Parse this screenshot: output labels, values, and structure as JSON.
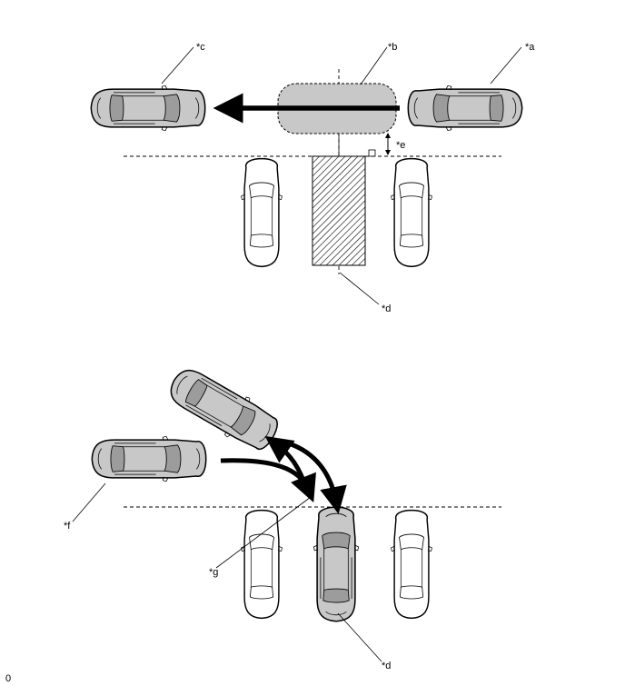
{
  "labels": {
    "a": "*a",
    "b": "*b",
    "c": "*c",
    "d_top": "*d",
    "e": "*e",
    "f": "*f",
    "g": "*g",
    "d_bottom": "*d"
  },
  "figure_code": "0",
  "colors": {
    "vehicle_fill": "#c8c8c8",
    "parked_car_fill": "#ffffff",
    "arrow": "#000000",
    "hatch": "#000000"
  }
}
